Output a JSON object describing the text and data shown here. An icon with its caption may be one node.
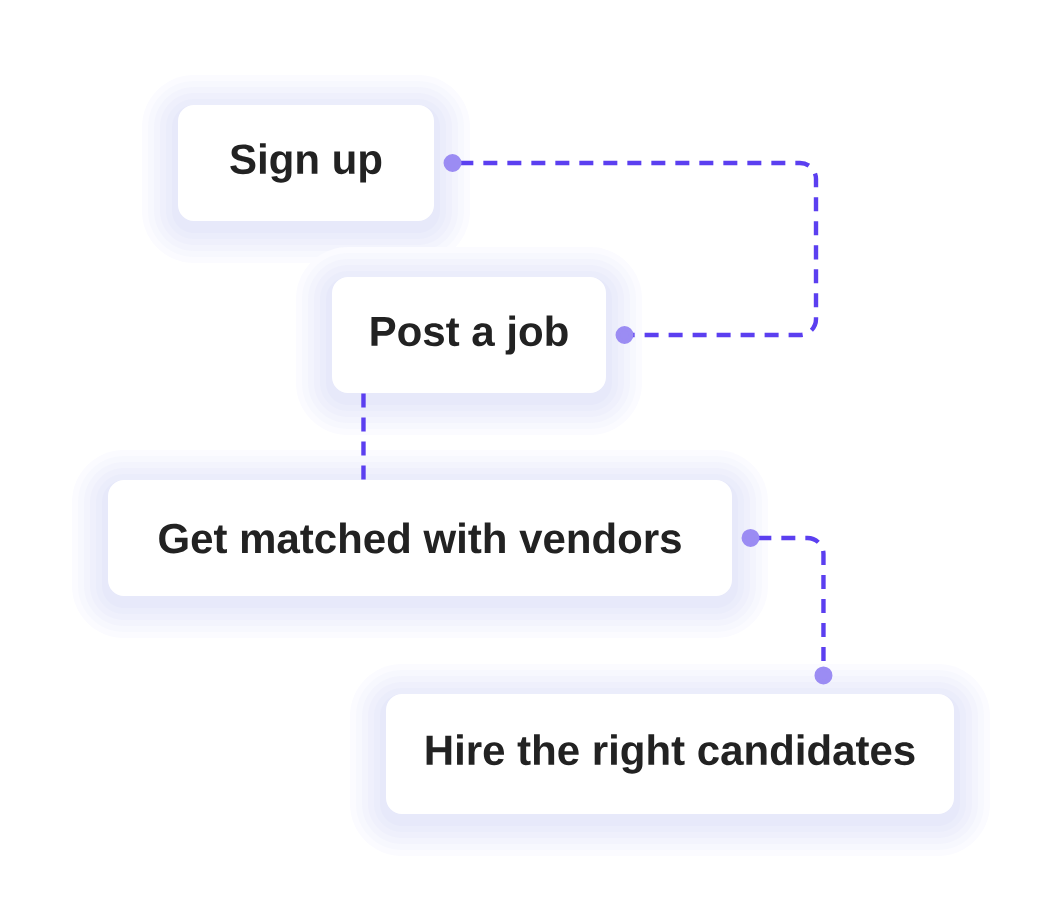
{
  "diagram": {
    "nodes": [
      {
        "text": [
          "Sign up"
        ]
      },
      {
        "text": [
          "Post a job"
        ]
      },
      {
        "text": [
          "Get matched with vendors"
        ]
      },
      {
        "text": [
          "Hire the right candidates"
        ]
      }
    ],
    "edges": [
      {
        "from": 0,
        "to": 1,
        "arrow": "other",
        "style": "dashed"
      },
      {
        "from": 1,
        "to": 2,
        "arrow": "none",
        "style": "dashed"
      },
      {
        "from": 2,
        "to": 3,
        "arrow": "other",
        "style": "dashed"
      }
    ]
  }
}
